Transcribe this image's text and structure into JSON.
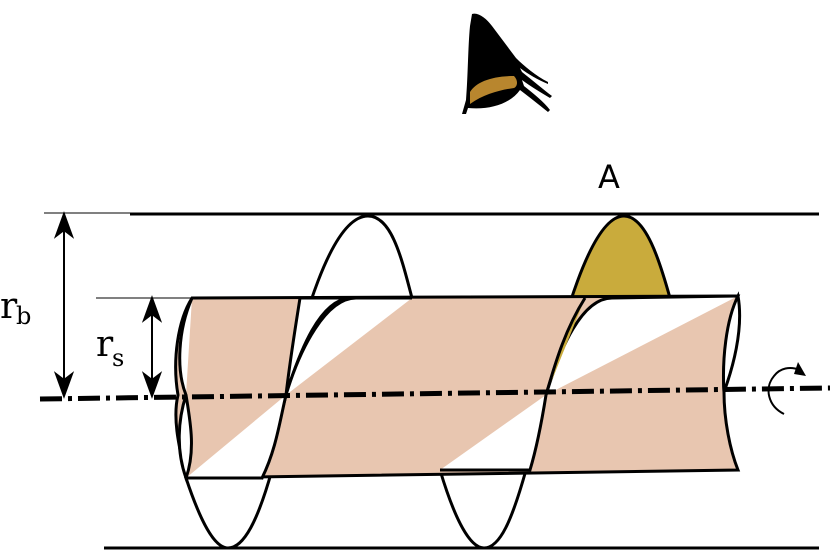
{
  "diagram": {
    "type": "screw-helix-schematic",
    "labels": {
      "view_point": "A",
      "outer_radius": {
        "base": "r",
        "sub": "b"
      },
      "shaft_radius": {
        "base": "r",
        "sub": "s"
      }
    },
    "icons": {
      "eye": "eye-icon",
      "rotation": "rotation-arrow-icon"
    },
    "colors": {
      "shaft_fill": "#e8c6b0",
      "highlight_flight": "#c9ab3c",
      "eye_iris": "#b8862e",
      "stroke": "#000000",
      "background": "#ffffff"
    }
  }
}
